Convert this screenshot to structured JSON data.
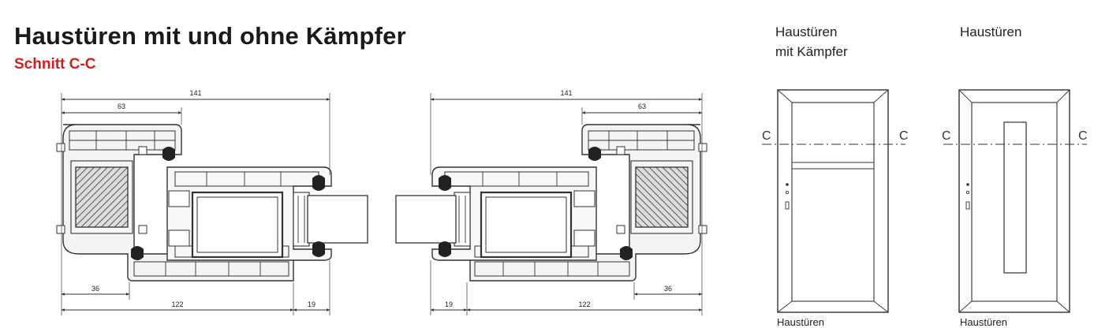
{
  "title": "Haustüren mit und ohne Kämpfer",
  "subtitle": "Schnitt C-C",
  "labels": {
    "door_a_line1": "Haustüren",
    "door_a_line2": "mit Kämpfer",
    "door_b": "Haustüren"
  },
  "captions": {
    "door_a": "Haustüren",
    "door_b": "Haustüren"
  },
  "dimensions": {
    "left_total": "141",
    "left_top": "63",
    "left_bottom_left": "36",
    "left_bottom_mid": "122",
    "left_bottom_right": "19",
    "right_total": "141",
    "right_top": "63",
    "right_bottom_left": "19",
    "right_bottom_mid": "122",
    "right_bottom_right": "36"
  },
  "section_marker": "C",
  "colors": {
    "title": "#1a1a1a",
    "subtitle": "#d31f1f",
    "line": "#333333"
  }
}
